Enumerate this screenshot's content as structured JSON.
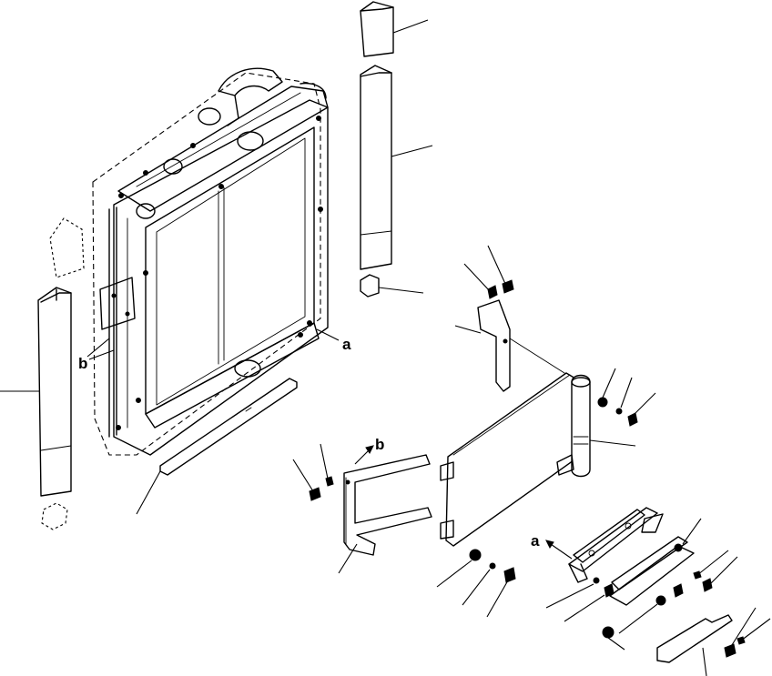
{
  "labels": {
    "a_radiator": "a",
    "a_bracket": "a",
    "b_left": "b",
    "b_guard": "b"
  },
  "colors": {
    "line": "#000000",
    "background": "#ffffff"
  }
}
